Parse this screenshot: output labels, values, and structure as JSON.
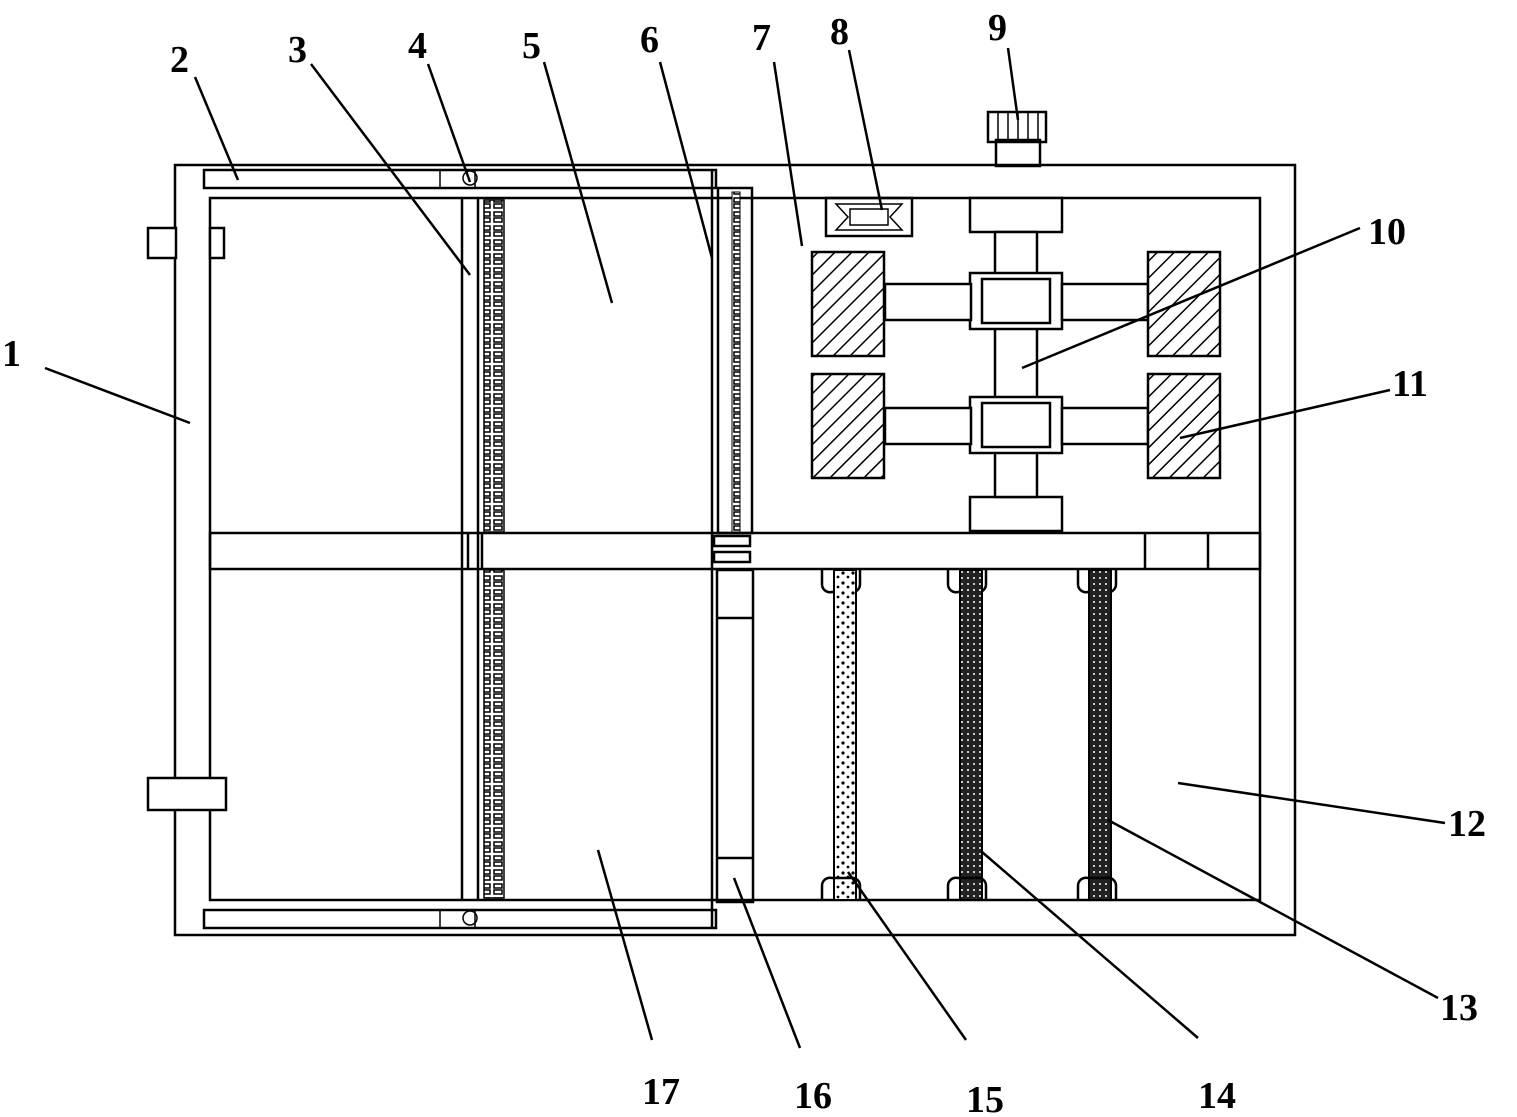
{
  "figure": {
    "callouts": [
      {
        "id": "1",
        "text": "1"
      },
      {
        "id": "2",
        "text": "2"
      },
      {
        "id": "3",
        "text": "3"
      },
      {
        "id": "4",
        "text": "4"
      },
      {
        "id": "5",
        "text": "5"
      },
      {
        "id": "6",
        "text": "6"
      },
      {
        "id": "7",
        "text": "7"
      },
      {
        "id": "8",
        "text": "8"
      },
      {
        "id": "9",
        "text": "9"
      },
      {
        "id": "10",
        "text": "10"
      },
      {
        "id": "11",
        "text": "11"
      },
      {
        "id": "12",
        "text": "12"
      },
      {
        "id": "13",
        "text": "13"
      },
      {
        "id": "14",
        "text": "14"
      },
      {
        "id": "15",
        "text": "15"
      },
      {
        "id": "16",
        "text": "16"
      },
      {
        "id": "17",
        "text": "17"
      }
    ]
  }
}
